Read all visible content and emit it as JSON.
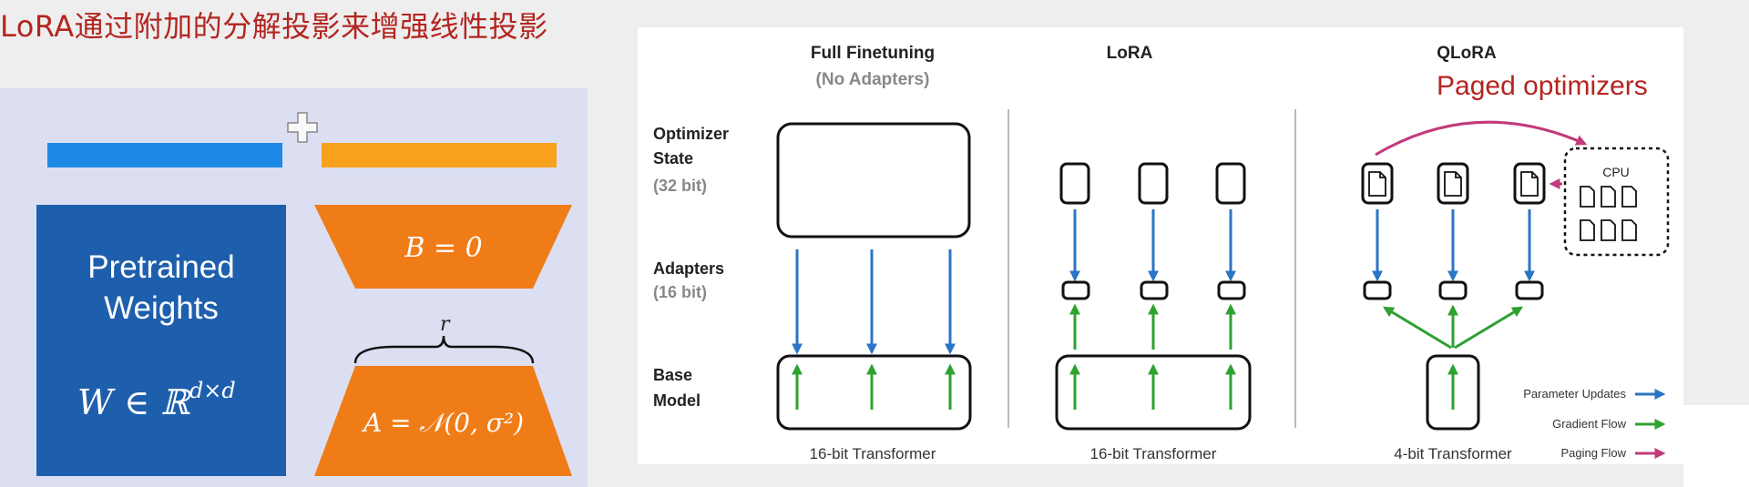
{
  "title": "LoRA通过附加的分解投影来增强线性投影",
  "lora_diagram": {
    "pretrained_line1": "Pretrained",
    "pretrained_line2": "Weights",
    "w_formula": "W ∈ ℝ",
    "w_superscript": "d×d",
    "b_formula": "B = 0",
    "a_formula": "A = 𝒩(0, σ²)",
    "rank_label": "r",
    "plus_symbol": "+"
  },
  "qlora_diagram": {
    "columns": [
      {
        "title": "Full Finetuning",
        "subtitle": "(No Adapters)",
        "caption": "16-bit Transformer"
      },
      {
        "title": "LoRA",
        "subtitle": "",
        "caption": "16-bit Transformer"
      },
      {
        "title": "QLoRA",
        "subtitle": "",
        "caption": "4-bit Transformer"
      }
    ],
    "row_labels": {
      "optimizer_line1": "Optimizer",
      "optimizer_line2": "State",
      "optimizer_bits": "(32 bit)",
      "adapters": "Adapters",
      "adapters_bits": "(16 bit)",
      "base_line1": "Base",
      "base_line2": "Model"
    },
    "cpu_label": "CPU",
    "paged_optimizers_label": "Paged optimizers",
    "legend": [
      {
        "label": "Parameter Updates",
        "color": "#2a75c5"
      },
      {
        "label": "Gradient Flow",
        "color": "#2fa12f"
      },
      {
        "label": "Paging Flow",
        "color": "#c33a7c"
      }
    ]
  },
  "colors": {
    "title_red": "#b3251f",
    "pretrained_blue": "#1e5fad",
    "bar_blue": "#1e88e5",
    "lora_orange": "#f07c18",
    "bar_orange": "#f7a11c",
    "panel_bg": "#dcdff2"
  }
}
